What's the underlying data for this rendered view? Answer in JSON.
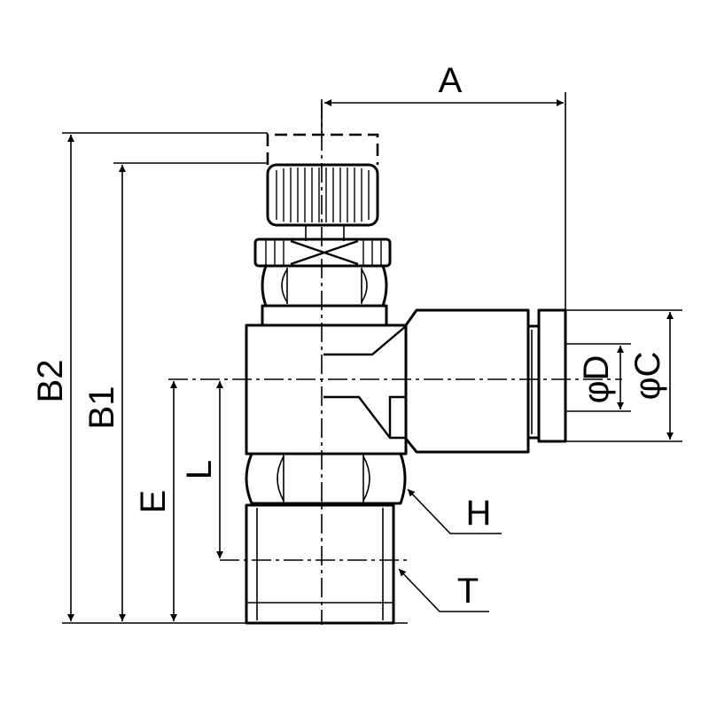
{
  "labels": {
    "a": "A",
    "b1": "B1",
    "b2": "B2",
    "e": "E",
    "l": "L",
    "h": "H",
    "t": "T",
    "phi_d": "φD",
    "phi_c": "φC"
  }
}
